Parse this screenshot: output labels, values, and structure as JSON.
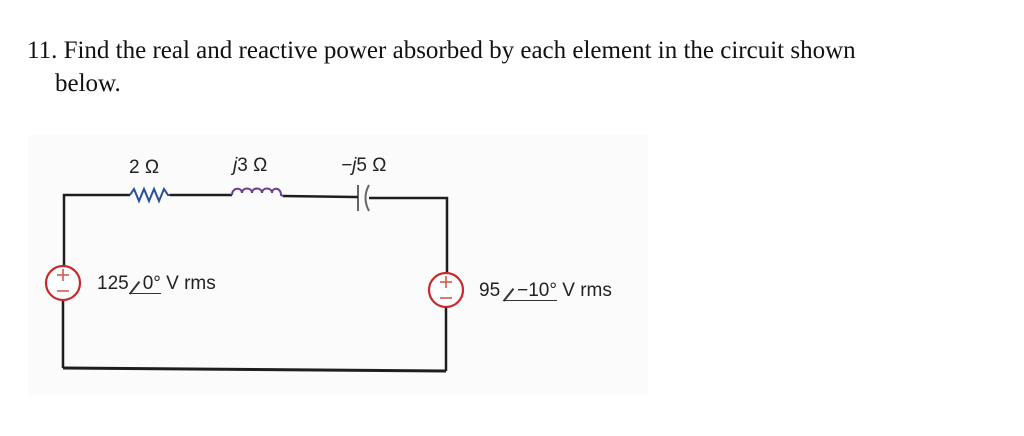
{
  "question": {
    "number": "11.",
    "line1": "Find the real and reactive power absorbed by each element in the circuit shown",
    "line2": "below."
  },
  "circuit": {
    "resistor": {
      "label_value": "2",
      "label_unit": "Ω",
      "color": "#2a4f9a"
    },
    "inductor": {
      "label_prefix": "j",
      "label_value": "3",
      "label_unit": "Ω",
      "color": "#6a3f8f"
    },
    "capacitor": {
      "label_prefix": "−j",
      "label_value": "5",
      "label_unit": "Ω",
      "color": "#666666"
    },
    "source_left": {
      "magnitude": "125",
      "angle": "0°",
      "unit": "V rms",
      "color": "#c8282c"
    },
    "source_right": {
      "magnitude": "95",
      "angle": "−10°",
      "unit": "V rms",
      "color": "#c8282c"
    },
    "wire_color": "#1e1e1e"
  }
}
